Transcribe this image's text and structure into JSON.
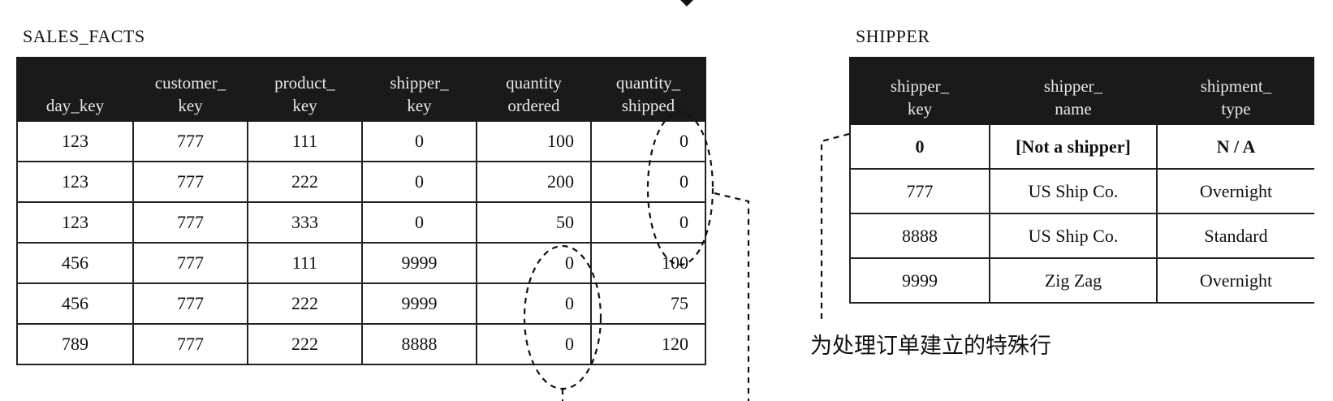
{
  "sales_facts": {
    "title": "SALES_FACTS",
    "columns": [
      {
        "l1": "",
        "l2": "day_key"
      },
      {
        "l1": "customer_",
        "l2": "key"
      },
      {
        "l1": "product_",
        "l2": "key"
      },
      {
        "l1": "shipper_",
        "l2": "key"
      },
      {
        "l1": "quantity",
        "l2": "ordered"
      },
      {
        "l1": "quantity_",
        "l2": "shipped"
      }
    ],
    "rows": [
      [
        "123",
        "777",
        "111",
        "0",
        "100",
        "0"
      ],
      [
        "123",
        "777",
        "222",
        "0",
        "200",
        "0"
      ],
      [
        "123",
        "777",
        "333",
        "0",
        "50",
        "0"
      ],
      [
        "456",
        "777",
        "111",
        "9999",
        "0",
        "100"
      ],
      [
        "456",
        "777",
        "222",
        "9999",
        "0",
        "75"
      ],
      [
        "789",
        "777",
        "222",
        "8888",
        "0",
        "120"
      ]
    ]
  },
  "shipper": {
    "title": "SHIPPER",
    "columns": [
      {
        "l1": "shipper_",
        "l2": "key"
      },
      {
        "l1": "shipper_",
        "l2": "name"
      },
      {
        "l1": "shipment_",
        "l2": "type"
      }
    ],
    "rows": [
      [
        "0",
        "[Not a shipper]",
        "N / A"
      ],
      [
        "777",
        "US Ship Co.",
        "Overnight"
      ],
      [
        "8888",
        "US Ship Co.",
        "Standard"
      ],
      [
        "9999",
        "Zig Zag",
        "Overnight"
      ]
    ]
  },
  "caption": "为处理订单建立的特殊行"
}
